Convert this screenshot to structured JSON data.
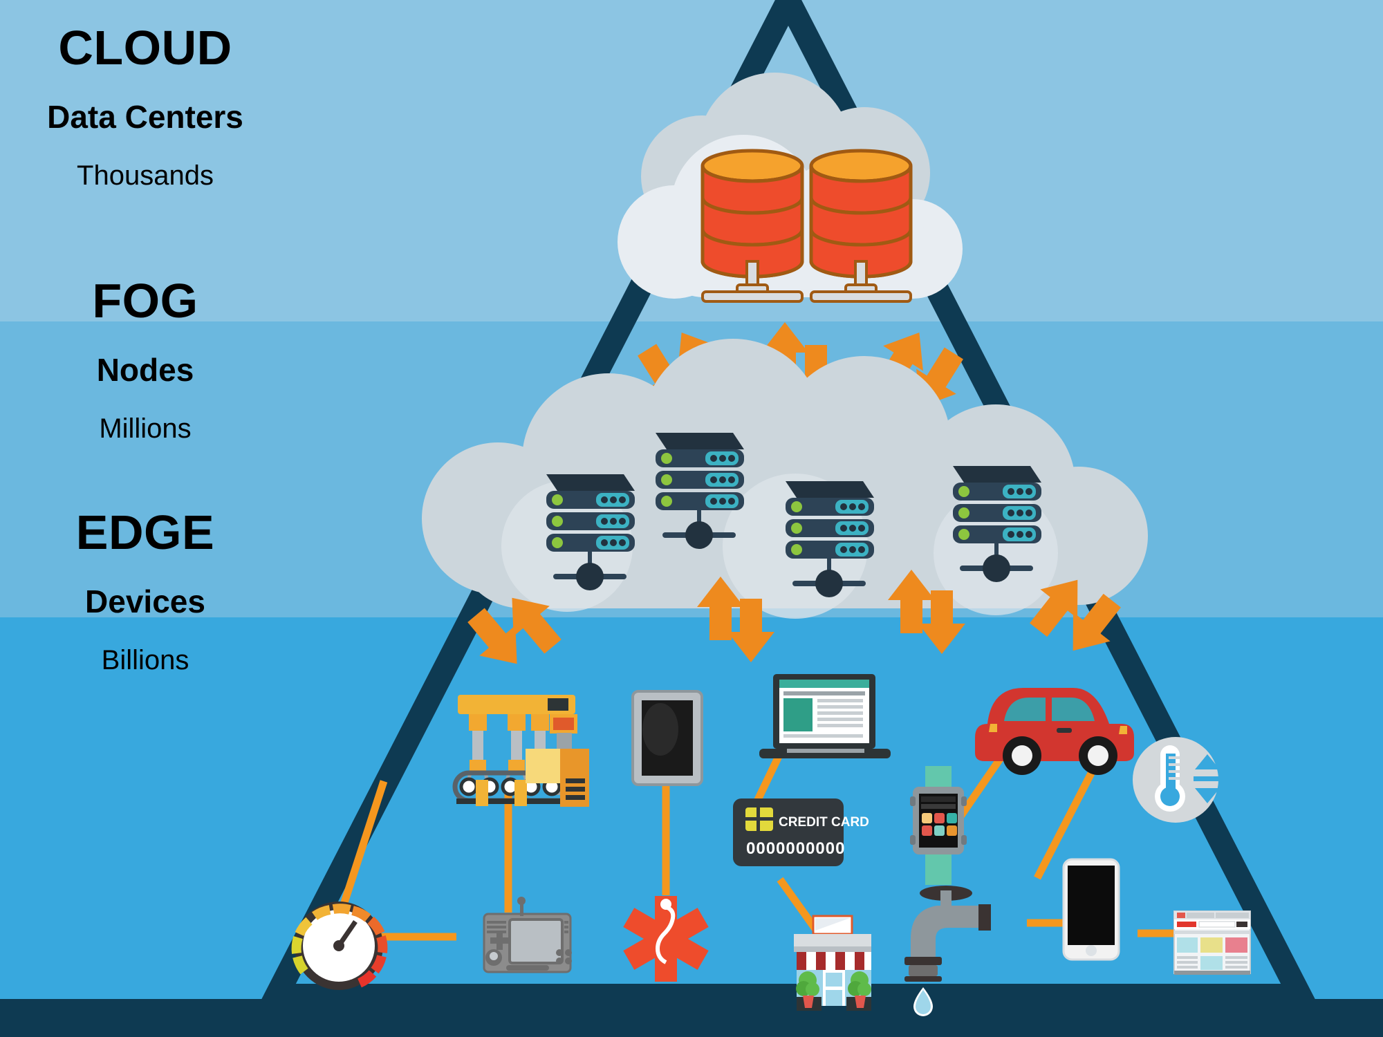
{
  "diagram": {
    "title_concept": "Cloud Fog Edge computing hierarchy pyramid",
    "tiers": [
      {
        "id": "cloud",
        "title": "CLOUD",
        "subtitle": "Data Centers",
        "count": "Thousands",
        "band_color": "#8CC5E3"
      },
      {
        "id": "fog",
        "title": "FOG",
        "subtitle": "Nodes",
        "count": "Millions",
        "band_color": "#6BB8DF"
      },
      {
        "id": "edge",
        "title": "EDGE",
        "subtitle": "Devices",
        "count": "Billions",
        "band_color": "#38A8DE"
      }
    ]
  },
  "colors": {
    "triangle_stroke": "#0E3A52",
    "arrow_orange": "#EE8A1E",
    "link_orange": "#F5971E",
    "cloud_white": "#E8EDF2",
    "cloud_gray": "#CCD6DC",
    "cloud_gray_dark": "#BFCBD4",
    "server_body": "#2D4356",
    "server_dark": "#22323F",
    "server_led": "#8DC63F",
    "server_port": "#3FC5D6",
    "db_top": "#F5A22D",
    "db_body": "#EE4C2C",
    "db_outline": "#A05A13",
    "db_stand": "#D9DDE0",
    "car_red": "#D2362F",
    "medical_red": "#EE4C2C",
    "store_awning": "#A62B2B",
    "watch_strap": "#63C7AC"
  },
  "cloud_tier_art": {
    "name": "cloud-datacenter-illustration",
    "databases": [
      {
        "label": "database-cylinder-left"
      },
      {
        "label": "database-cylinder-right"
      }
    ]
  },
  "fog_tier_art": {
    "name": "fog-nodes-illustration",
    "servers": [
      {
        "label": "fog-server-1"
      },
      {
        "label": "fog-server-2"
      },
      {
        "label": "fog-server-3"
      },
      {
        "label": "fog-server-4"
      }
    ]
  },
  "arrows": {
    "cloud_to_fog": [
      {
        "label": "arrow-pair-cloud-fog-left"
      },
      {
        "label": "arrow-pair-cloud-fog-center"
      },
      {
        "label": "arrow-pair-cloud-fog-right"
      }
    ],
    "fog_to_edge": [
      {
        "label": "arrow-pair-fog-edge-far-left"
      },
      {
        "label": "arrow-pair-fog-edge-left"
      },
      {
        "label": "arrow-pair-fog-edge-right"
      },
      {
        "label": "arrow-pair-fog-edge-far-right"
      }
    ]
  },
  "edge_devices": [
    {
      "id": "industrial-robot",
      "label": "Industrial robot arm with conveyor"
    },
    {
      "id": "tablet",
      "label": "Tablet"
    },
    {
      "id": "laptop",
      "label": "Laptop"
    },
    {
      "id": "car",
      "label": "Connected car"
    },
    {
      "id": "thermostat",
      "label": "Thermostat sensor"
    },
    {
      "id": "smartwatch",
      "label": "Smartwatch"
    },
    {
      "id": "credit-card",
      "label": "Credit card"
    },
    {
      "id": "gauge",
      "label": "Analog gauge meter"
    },
    {
      "id": "game-console",
      "label": "Handheld game console"
    },
    {
      "id": "medical",
      "label": "Medical star of life"
    },
    {
      "id": "storefront",
      "label": "Retail storefront"
    },
    {
      "id": "faucet",
      "label": "Smart water faucet"
    },
    {
      "id": "smartphone",
      "label": "Smartphone"
    },
    {
      "id": "browser-window",
      "label": "Browser window"
    }
  ],
  "credit_card": {
    "brand_text": "CREDIT CARD",
    "number_text": "0000000000"
  }
}
